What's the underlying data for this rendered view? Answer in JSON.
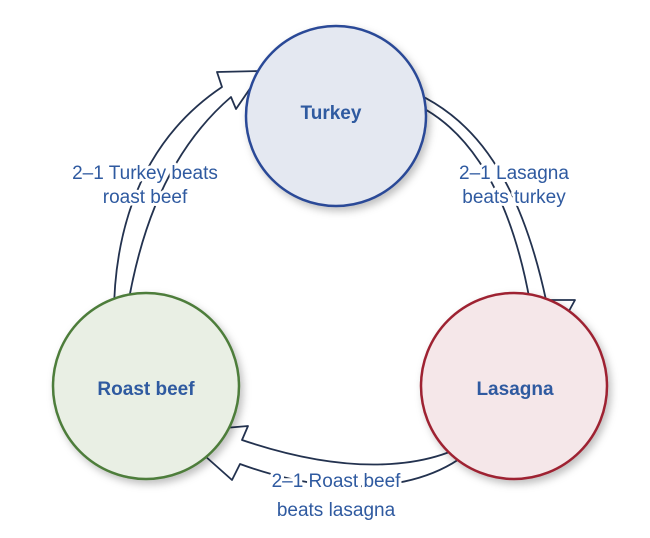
{
  "nodes": {
    "turkey": {
      "label": "Turkey",
      "stroke": "#2c4a97",
      "fill": "#e4e8f1"
    },
    "lasagna": {
      "label": "Lasagna",
      "stroke": "#9e2432",
      "fill": "#f5e7e9"
    },
    "roast_beef": {
      "label": "Roast beef",
      "stroke": "#4e7d3a",
      "fill": "#e9efe4"
    }
  },
  "edges": {
    "roast_beef_to_turkey": {
      "line1": "2–1 Turkey beats",
      "line2": "roast beef"
    },
    "turkey_to_lasagna": {
      "line1": "2–1 Lasagna",
      "line2": "beats turkey"
    },
    "lasagna_to_roast_beef": {
      "line1": "2–1 Roast beef",
      "line2": "beats lasagna"
    }
  },
  "colors": {
    "label_text": "#2f5aa0",
    "arrow_stroke": "#23324f",
    "arrow_fill": "#ffffff"
  }
}
